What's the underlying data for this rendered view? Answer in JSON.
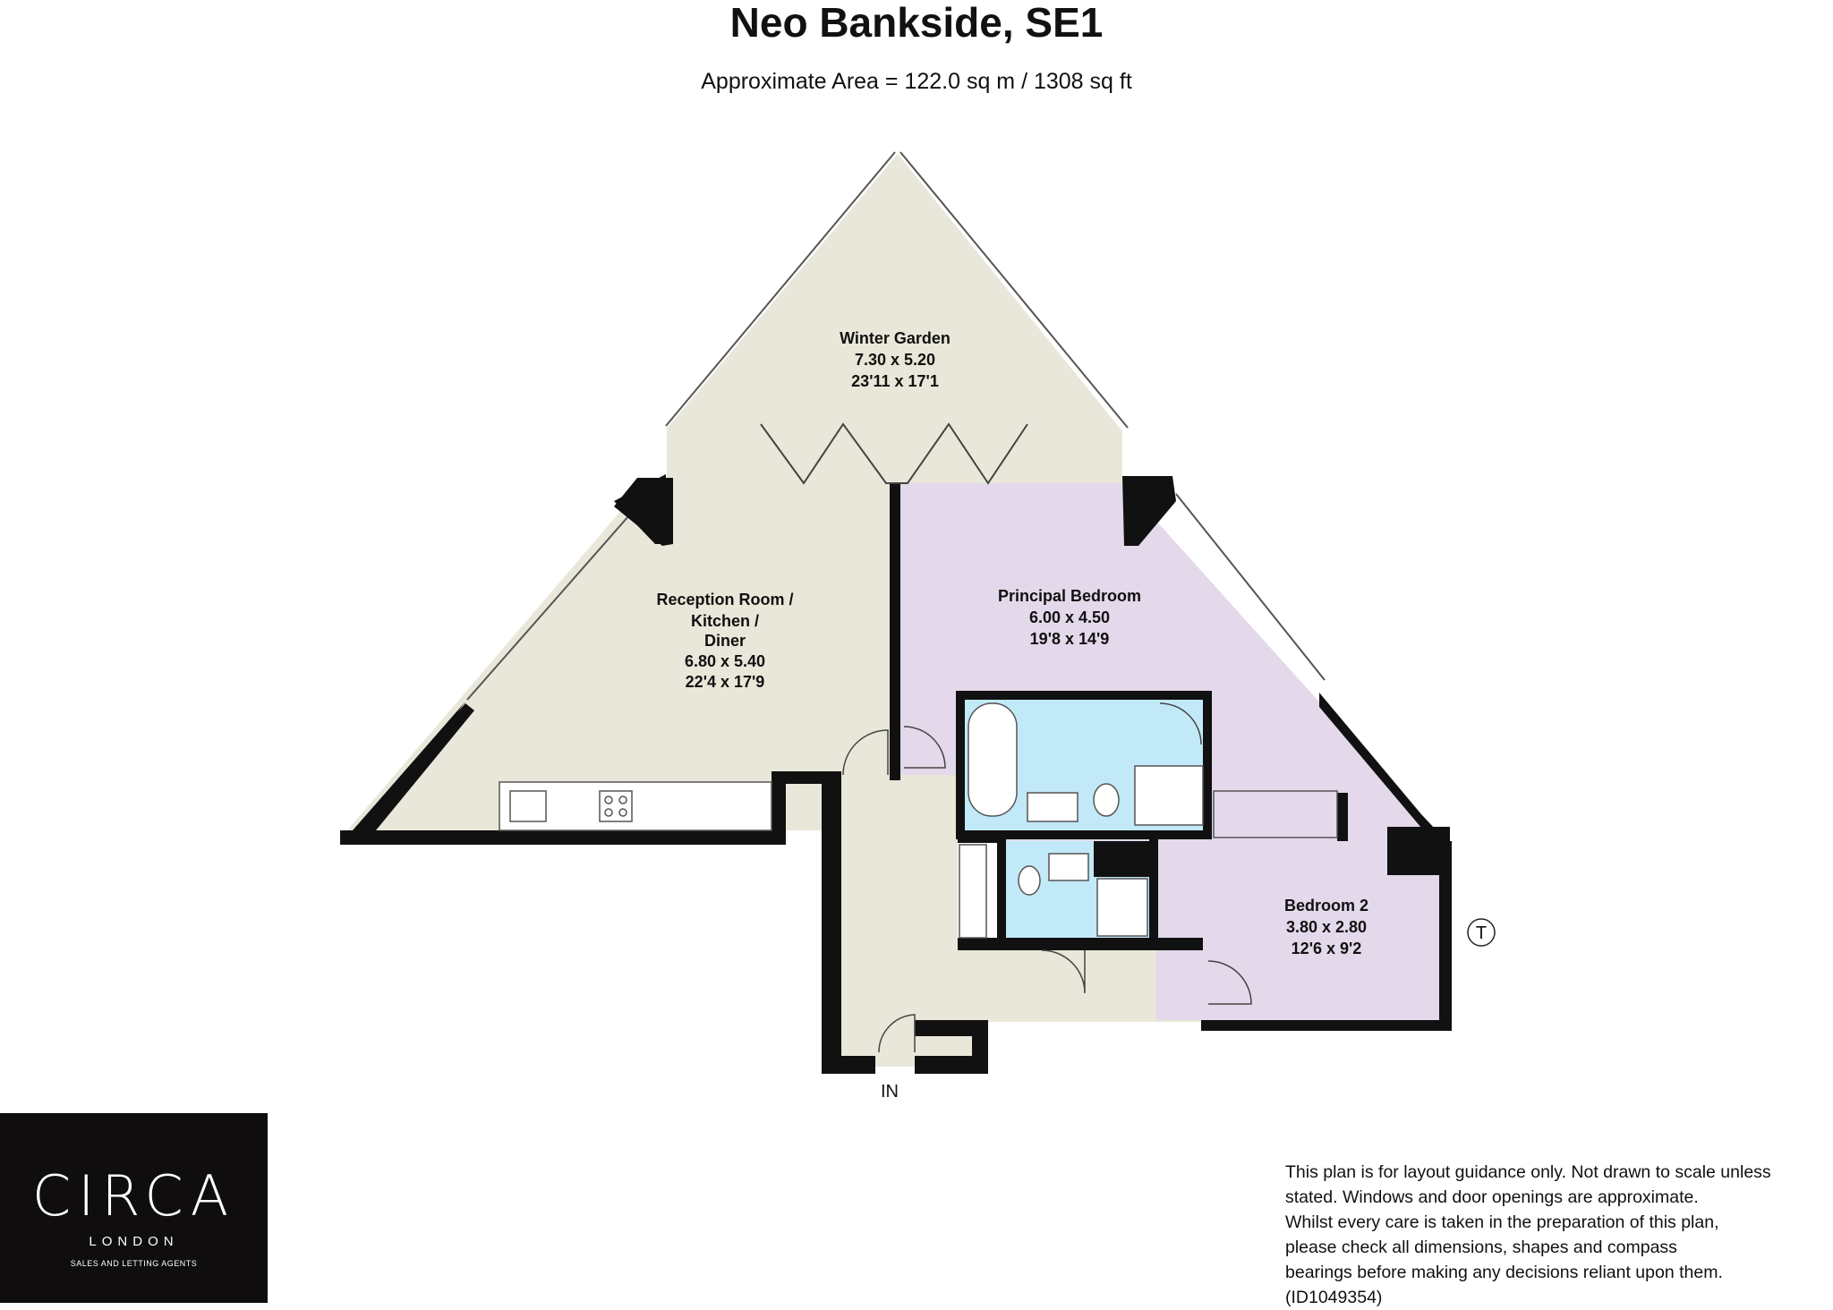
{
  "header": {
    "title": "Neo Bankside, SE1",
    "subtitle": "Approximate Area = 122.0 sq m / 1308 sq ft"
  },
  "rooms": {
    "winter_garden": {
      "name": "Winter Garden",
      "metric": "7.30 x 5.20",
      "imperial": "23'11 x 17'1"
    },
    "reception": {
      "name_line1": "Reception Room /",
      "name_line2": "Kitchen /",
      "name_line3": "Diner",
      "metric": "6.80 x 5.40",
      "imperial": "22'4 x 17'9"
    },
    "principal_bedroom": {
      "name": "Principal Bedroom",
      "metric": "6.00 x 4.50",
      "imperial": "19'8 x 14'9"
    },
    "bedroom_2": {
      "name": "Bedroom 2",
      "metric": "3.80 x 2.80",
      "imperial": "12'6 x 9'2"
    }
  },
  "entrance": {
    "label": "IN"
  },
  "compass": {
    "label": "T"
  },
  "logo": {
    "brand": "CIRCA",
    "city": "LONDON",
    "tagline": "SALES AND LETTING AGENTS"
  },
  "disclaimer": {
    "line1": "This plan is for layout guidance only. Not drawn to scale unless",
    "line2": "stated. Windows and door openings are approximate.",
    "line3": "Whilst every care is taken in the preparation of this plan,",
    "line4": "please check all dimensions, shapes and compass",
    "line5": "bearings before making any decisions reliant upon them. (ID1049354)"
  },
  "colors": {
    "living": "#e9e7d9",
    "bedroom": "#e3d9ea",
    "bathroom": "#c2e9f7",
    "wall": "#111111"
  }
}
